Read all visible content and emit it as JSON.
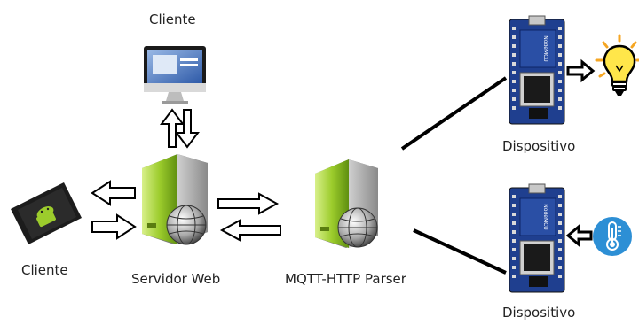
{
  "labels": {
    "desktop_client": "Cliente",
    "tablet_client": "Cliente",
    "web_server": "Servidor Web",
    "parser": "MQTT-HTTP Parser",
    "device_top": "Dispositivo",
    "device_bottom": "Dispositivo"
  },
  "device_board_text": "NodeMCU",
  "colors": {
    "server_green": "#9ccc2c",
    "board_blue": "#1f3f8f",
    "bulb_yellow": "#ffe64a",
    "thermo_blue": "#2d8fd5"
  }
}
